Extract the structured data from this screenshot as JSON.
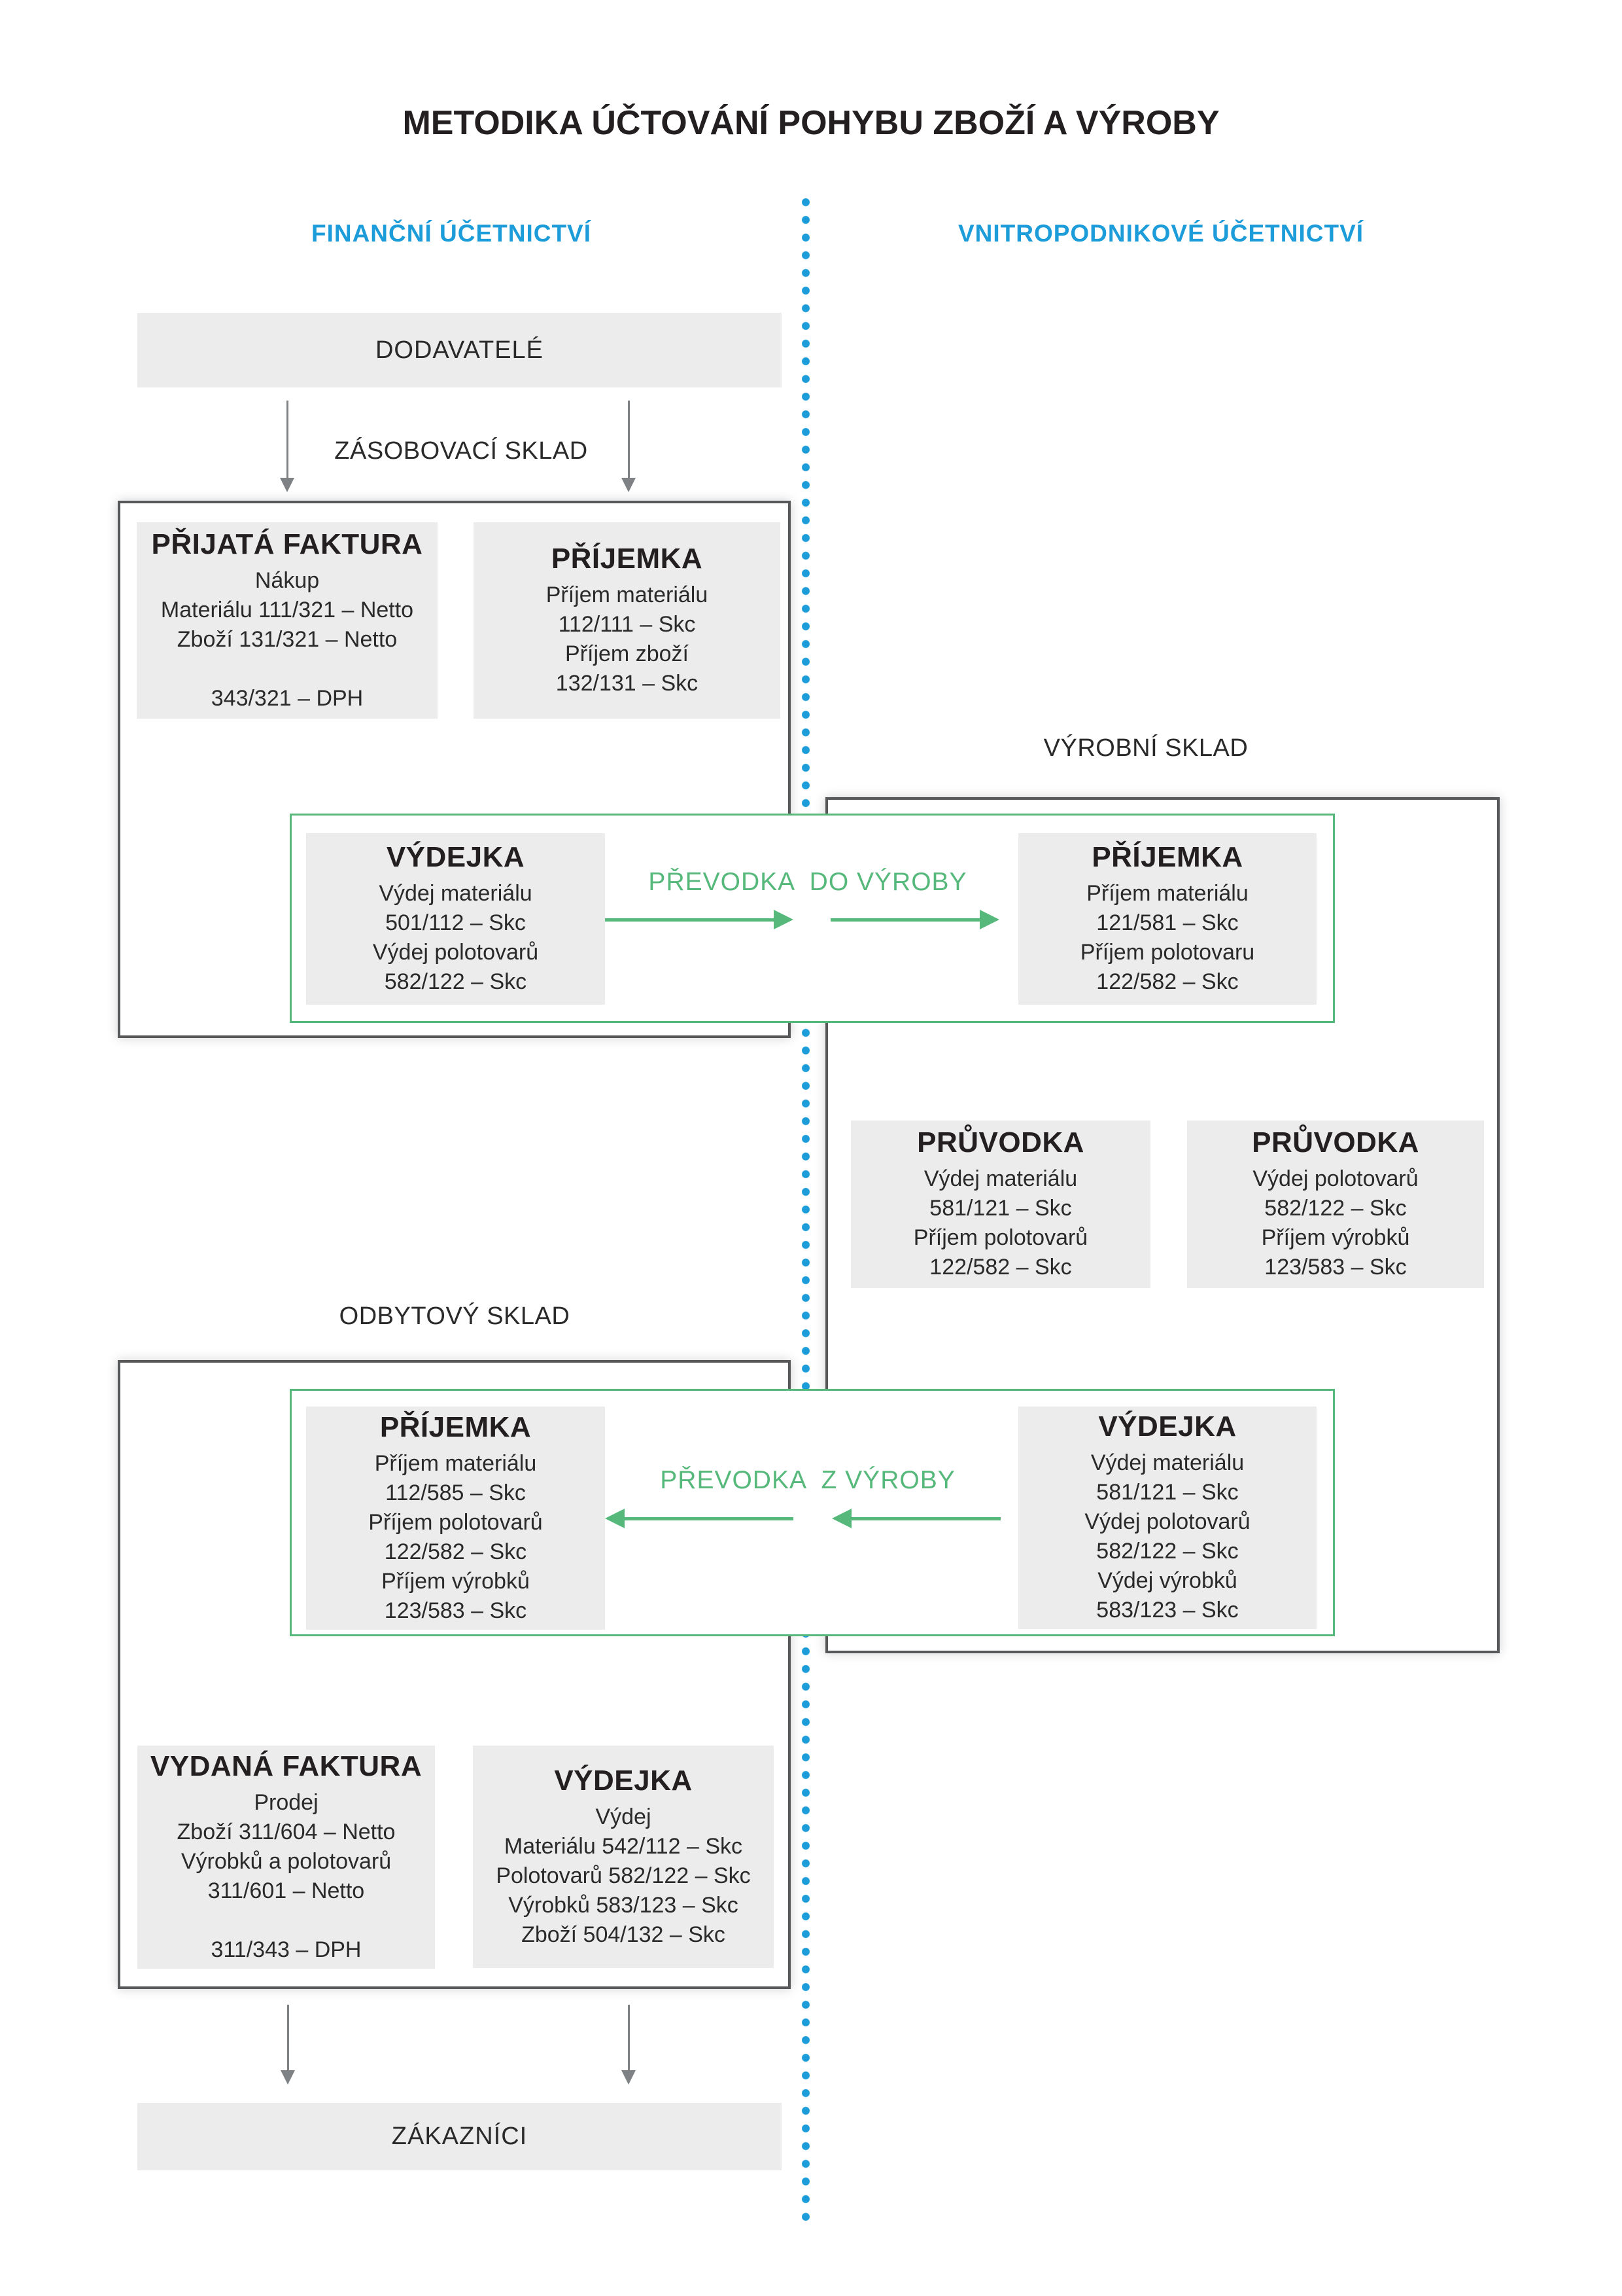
{
  "title": "METODIKA ÚČTOVÁNÍ POHYBU ZBOŽÍ A VÝROBY",
  "columns": {
    "left": "FINANČNÍ ÚČETNICTVÍ",
    "right": "VNITROPODNIKOVÉ ÚČETNICTVÍ"
  },
  "colors": {
    "accent_blue": "#1c9cd8",
    "accent_green": "#56b87a",
    "card_fill": "#ececec",
    "outer_border": "#56585a",
    "arrow_gray": "#7f8285"
  },
  "nodes": {
    "dodavatele": "DODAVATELÉ",
    "zakaznici": "ZÁKAZNÍCI",
    "zasobovaci_sklad": "ZÁSOBOVACÍ SKLAD",
    "vyrobni_sklad": "VÝROBNÍ SKLAD",
    "odbytovy_sklad": "ODBYTOVÝ SKLAD"
  },
  "transfers": {
    "do_vyroby": "PŘEVODKA  DO VÝROBY",
    "z_vyroby": "PŘEVODKA  Z VÝROBY"
  },
  "cards": {
    "prijata_faktura": {
      "title": "PŘIJATÁ FAKTURA",
      "lines": [
        "Nákup",
        "Materiálu 111/321 – Netto",
        "Zboží 131/321 – Netto",
        "",
        "343/321 – DPH"
      ]
    },
    "prijemka_zasobovaci": {
      "title": "PŘÍJEMKA",
      "lines": [
        "Příjem materiálu",
        "112/111 – Skc",
        "Příjem zboží",
        "132/131 – Skc"
      ]
    },
    "vydejka_zasobovaci": {
      "title": "VÝDEJKA",
      "lines": [
        "Výdej materiálu",
        "501/112 – Skc",
        "Výdej polotovarů",
        "582/122 – Skc"
      ]
    },
    "prijemka_vyrobni": {
      "title": "PŘÍJEMKA",
      "lines": [
        "Příjem materiálu",
        "121/581 – Skc",
        "Příjem polotovaru",
        "122/582 – Skc"
      ]
    },
    "pruvodka_material": {
      "title": "PRŮVODKA",
      "lines": [
        "Výdej materiálu",
        "581/121 – Skc",
        "Příjem polotovarů",
        "122/582 – Skc"
      ]
    },
    "pruvodka_vyrobky": {
      "title": "PRŮVODKA",
      "lines": [
        "Výdej polotovarů",
        "582/122 – Skc",
        "Příjem výrobků",
        "123/583 – Skc"
      ]
    },
    "prijemka_odbytovy": {
      "title": "PŘÍJEMKA",
      "lines": [
        "Příjem materiálu",
        "112/585 – Skc",
        "Příjem polotovarů",
        "122/582 – Skc",
        "Příjem výrobků",
        "123/583 – Skc"
      ]
    },
    "vydejka_vyrobni": {
      "title": "VÝDEJKA",
      "lines": [
        "Výdej materiálu",
        "581/121 – Skc",
        "Výdej polotovarů",
        "582/122 – Skc",
        "Výdej výrobků",
        "583/123 – Skc"
      ]
    },
    "vydana_faktura": {
      "title": "VYDANÁ FAKTURA",
      "lines": [
        "Prodej",
        "Zboží 311/604 – Netto",
        "Výrobků a polotovarů",
        "311/601 – Netto",
        "",
        "311/343 – DPH"
      ]
    },
    "vydejka_odbytovy": {
      "title": "VÝDEJKA",
      "lines": [
        "Výdej",
        "Materiálu 542/112 – Skc",
        "Polotovarů 582/122 – Skc",
        "Výrobků 583/123 – Skc",
        "Zboží 504/132 – Skc"
      ]
    }
  }
}
